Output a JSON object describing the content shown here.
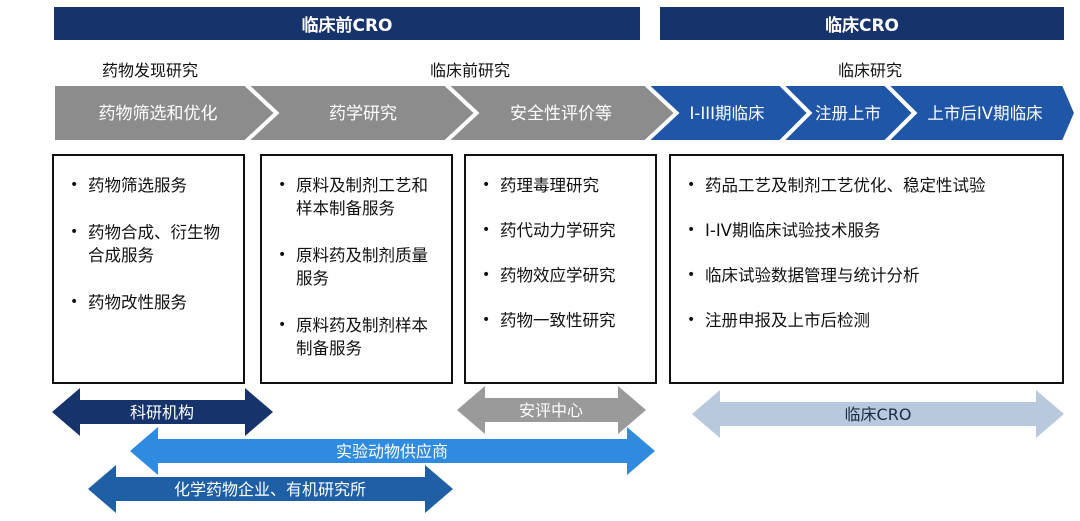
{
  "headers": {
    "preclinical": "临床前CRO",
    "clinical": "临床CRO"
  },
  "phases": {
    "discovery": "药物发现研究",
    "preclinical_research": "临床前研究",
    "clinical_research": "临床研究"
  },
  "chevrons": [
    "药物筛选和优化",
    "药学研究",
    "安全性评价等",
    "I-III期临床",
    "注册上市",
    "上市后IV期临床"
  ],
  "boxes": [
    {
      "items": [
        "药物筛选服务",
        "药物合成、衍生物合成服务",
        "药物改性服务"
      ]
    },
    {
      "items": [
        "原料及制剂工艺和样本制备服务",
        "原料药及制剂质量服务",
        "原料药及制剂样本制备服务"
      ]
    },
    {
      "items": [
        "药理毒理研究",
        "药代动力学研究",
        "药物效应学研究",
        "药物一致性研究"
      ]
    },
    {
      "items": [
        "药品工艺及制剂工艺优化、稳定性试验",
        "I-IV期临床试验技术服务",
        "临床试验数据管理与统计分析",
        "注册申报及上市后检测"
      ]
    }
  ],
  "arrows": [
    {
      "label": "科研机构",
      "color": "#16336b"
    },
    {
      "label": "安评中心",
      "color": "#9a9a9a"
    },
    {
      "label": "临床CRO",
      "color": "#b9c9dd"
    },
    {
      "label": "实验动物供应商",
      "color": "#2f8be0"
    },
    {
      "label": "化学药物企业、有机研究所",
      "color": "#1f5fa6"
    }
  ],
  "colors": {
    "header": "#16336b",
    "chevron_gray": "#8c8c8c",
    "chevron_blue": "#1f56a8"
  }
}
